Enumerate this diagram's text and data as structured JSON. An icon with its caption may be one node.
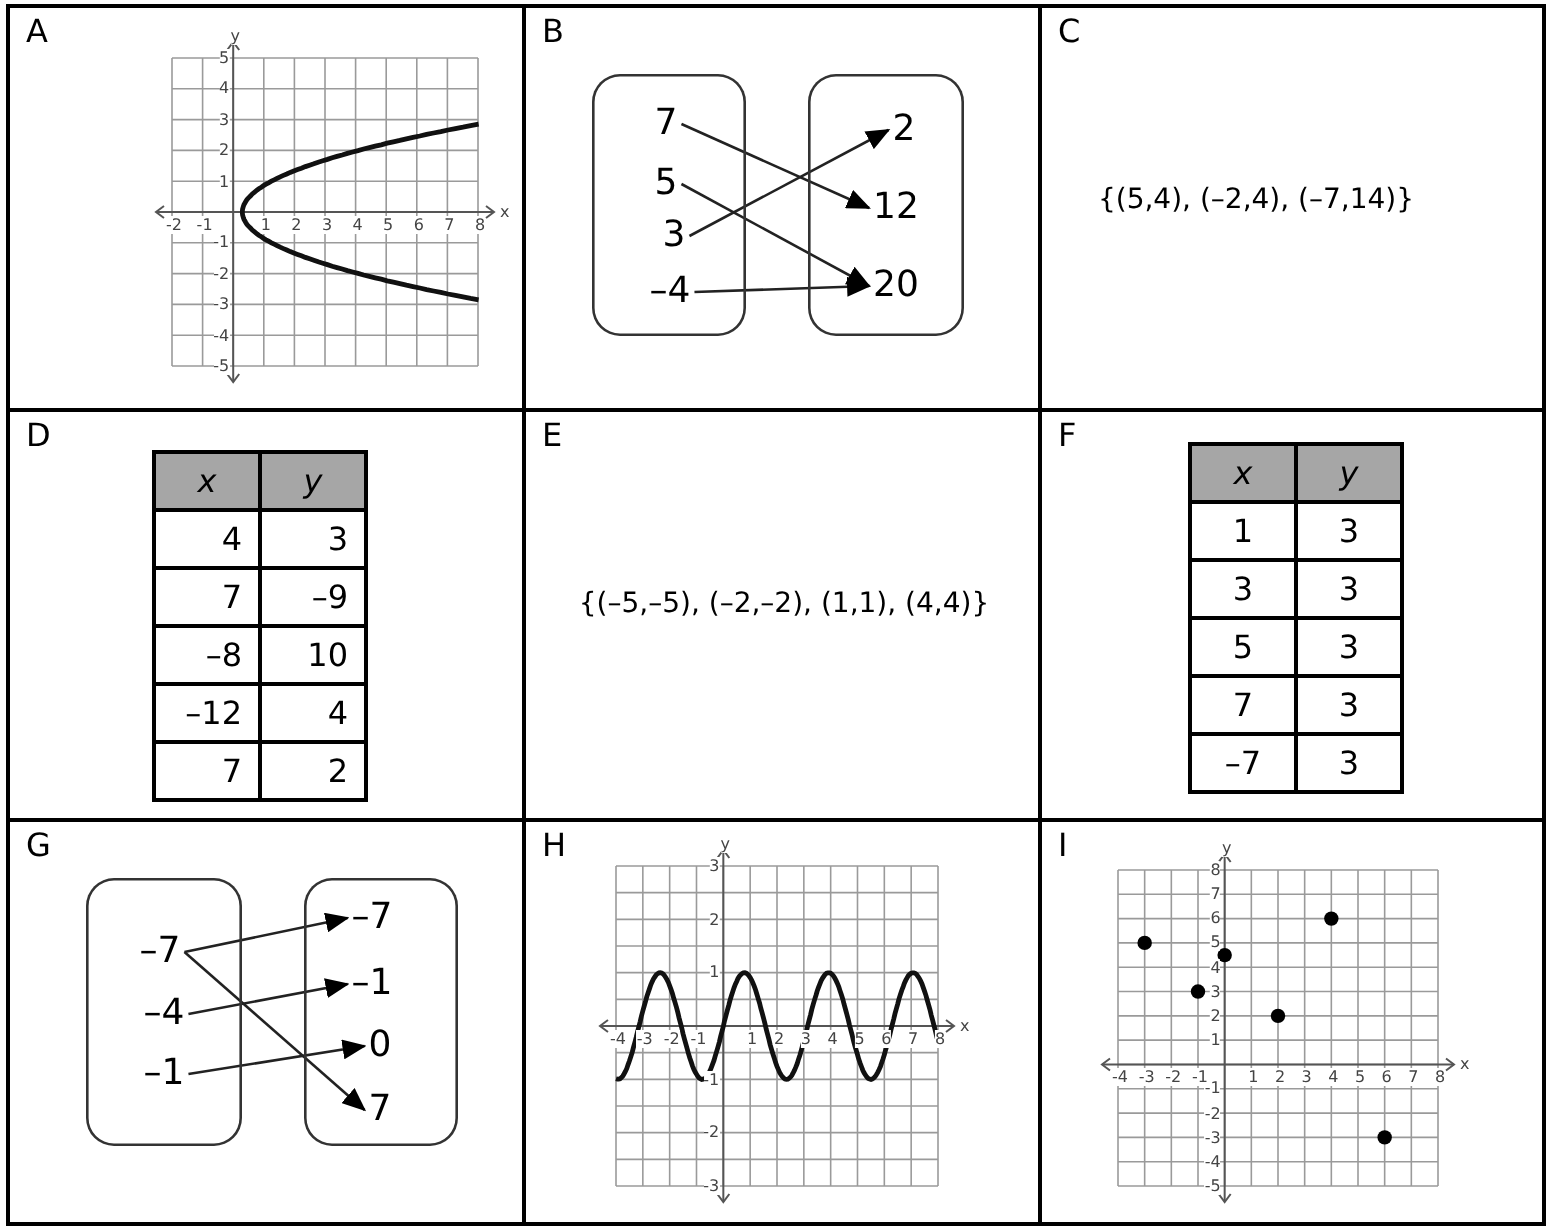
{
  "diagram": {
    "nodes": [
      {
        "text": [
          "A"
        ]
      },
      {
        "text": [
          "B"
        ]
      },
      {
        "text": [
          "C"
        ]
      },
      {
        "text": [
          "D"
        ]
      },
      {
        "text": [
          "E"
        ]
      },
      {
        "text": [
          "F"
        ]
      },
      {
        "text": [
          "G"
        ]
      },
      {
        "text": [
          "H"
        ]
      },
      {
        "text": [
          "I"
        ]
      },
      {
        "text": [],
        "shape": "box",
        "in": 1
      },
      {
        "text": [],
        "shape": "box",
        "in": 1
      },
      {
        "text": [
          "7"
        ],
        "in": 9
      },
      {
        "text": [
          "5"
        ],
        "in": 9
      },
      {
        "text": [
          "3"
        ],
        "in": 9
      },
      {
        "text": [
          "–4"
        ],
        "in": 9
      },
      {
        "text": [
          "2"
        ],
        "in": 10
      },
      {
        "text": [
          "12"
        ],
        "in": 10
      },
      {
        "text": [
          "20"
        ],
        "in": 10
      },
      {
        "text": [],
        "shape": "box",
        "in": 6
      },
      {
        "text": [],
        "shape": "box",
        "in": 6
      },
      {
        "text": [
          "–7"
        ],
        "in": 18
      },
      {
        "text": [
          "–4"
        ],
        "in": 18
      },
      {
        "text": [
          "–1"
        ],
        "in": 18
      },
      {
        "text": [
          "–7"
        ],
        "in": 19
      },
      {
        "text": [
          "–1"
        ],
        "in": 19
      },
      {
        "text": [
          "0"
        ],
        "in": 19
      },
      {
        "text": [
          "7"
        ],
        "in": 19
      }
    ],
    "edges": [
      {
        "from": 11,
        "to": 16,
        "arrow": "to"
      },
      {
        "from": 12,
        "to": 17,
        "arrow": "to"
      },
      {
        "from": 13,
        "to": 15,
        "arrow": "to"
      },
      {
        "from": 14,
        "to": 17,
        "arrow": "to"
      },
      {
        "from": 20,
        "to": 23,
        "arrow": "to"
      },
      {
        "from": 20,
        "to": 26,
        "arrow": "to"
      },
      {
        "from": 21,
        "to": 24,
        "arrow": "to"
      },
      {
        "from": 22,
        "to": 25,
        "arrow": "to"
      }
    ],
    "labels": [
      "y",
      "5",
      "4",
      "3",
      "2",
      "1",
      "-2",
      "-1",
      "1",
      "2",
      "3",
      "4",
      "5",
      "6",
      "7",
      "8",
      "x",
      "-1",
      "-2",
      "-3",
      "-4",
      "-5",
      "{(5,4), (–2,4), (–7,14)}",
      "x",
      "y",
      "4",
      "3",
      "7",
      "–9",
      "–8",
      "10",
      "–12",
      "4",
      "7",
      "2",
      "{(–5,–5), (–2,–2), (1,1), (4,4)}",
      "x",
      "y",
      "1",
      "3",
      "3",
      "3",
      "5",
      "3",
      "7",
      "3",
      "–7",
      "3",
      "y",
      "3",
      "2",
      "1",
      "-4",
      "-3",
      "-2",
      "-1",
      "1",
      "2",
      "3",
      "4",
      "5",
      "6",
      "7",
      "8",
      "x",
      "-1",
      "-2",
      "-3"
    ],
    "chart_data": {
      "type": "scatter",
      "grid": true,
      "xlabel": "x",
      "ylabel": "y",
      "x": [
        -3,
        -1,
        0,
        2,
        4,
        6
      ],
      "series": [
        {
          "color": "#000000",
          "values": [
            5,
            3,
            4.5,
            2,
            6,
            -3
          ]
        }
      ],
      "xlim": [
        -4,
        8
      ],
      "ylim": [
        -5,
        8
      ],
      "xticks": [
        -4,
        -3,
        -2,
        -1,
        1,
        2,
        3,
        4,
        5,
        6,
        7,
        8
      ],
      "yticks": [
        8,
        7,
        6,
        5,
        4,
        3,
        2,
        1,
        -1,
        -2,
        -3,
        -4,
        -5
      ]
    }
  }
}
